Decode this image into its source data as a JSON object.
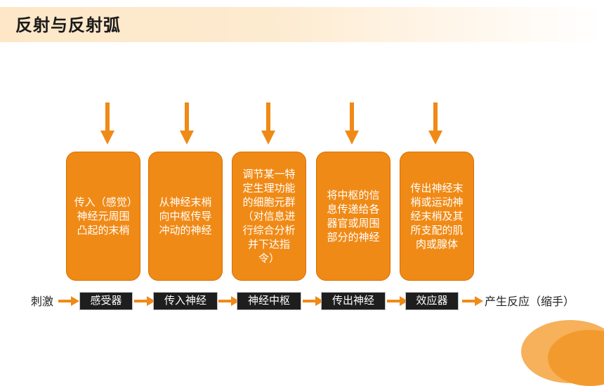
{
  "title": "反射与反射弧",
  "cards": [
    "传入（感觉）神经元周围凸起的末梢",
    "从神经末梢向中枢传导冲动的神经",
    "调节某一特定生理功能的细胞元群（对信息进行综合分析并下达指令）",
    "将中枢的信息传递给各器官或周围部分的神经",
    "传出神经末梢或运动神经末梢及其所支配的肌肉或腺体"
  ],
  "flow": {
    "start": "刺激",
    "steps": [
      "感受器",
      "传入神经",
      "神经中枢",
      "传出神经",
      "效应器"
    ],
    "end": "产生反应（缩手）"
  },
  "colors": {
    "accent": "#f08a16",
    "arrow": "#f08a16",
    "box_dark": "#1e1e1e"
  }
}
